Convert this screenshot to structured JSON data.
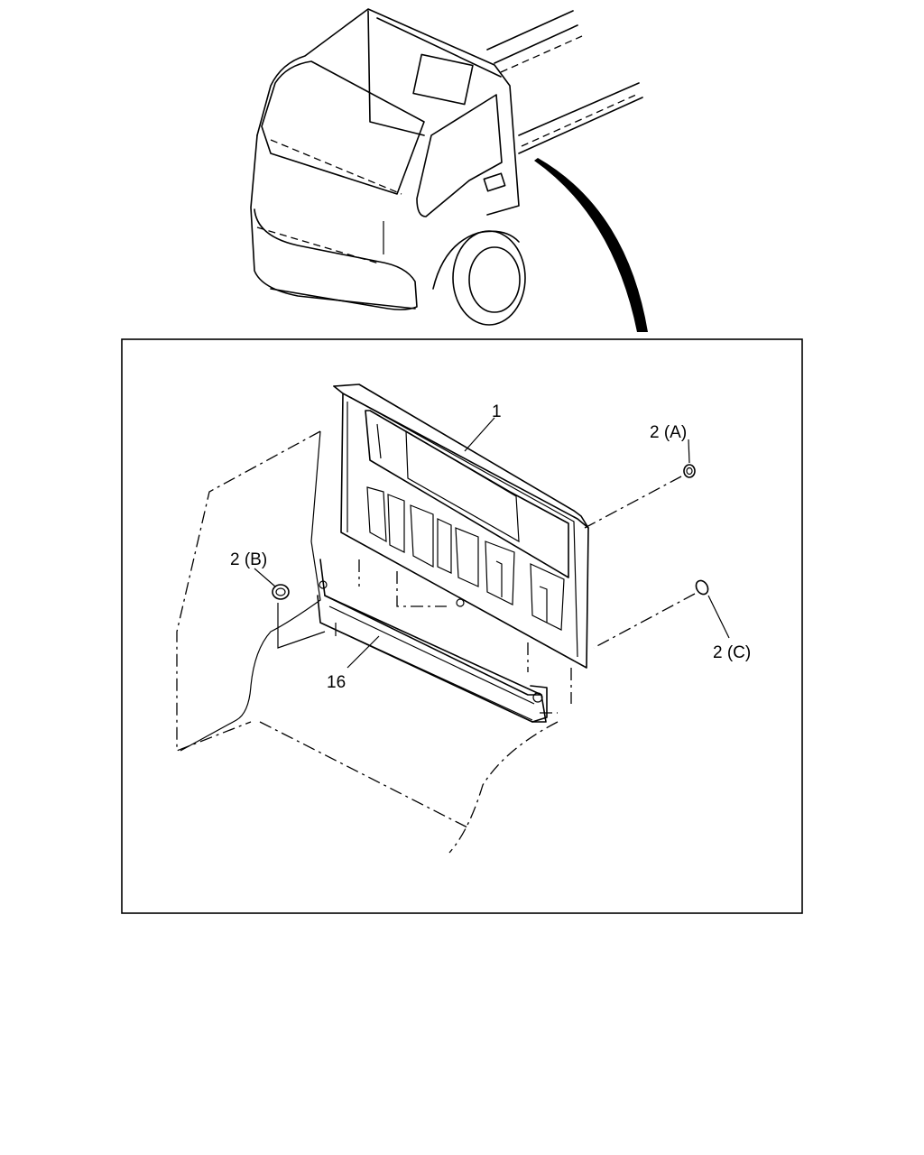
{
  "callouts": {
    "part_1": "1",
    "part_2a": "2 (A)",
    "part_2b": "2 (B)",
    "part_2c": "2 (C)",
    "part_16": "16"
  }
}
